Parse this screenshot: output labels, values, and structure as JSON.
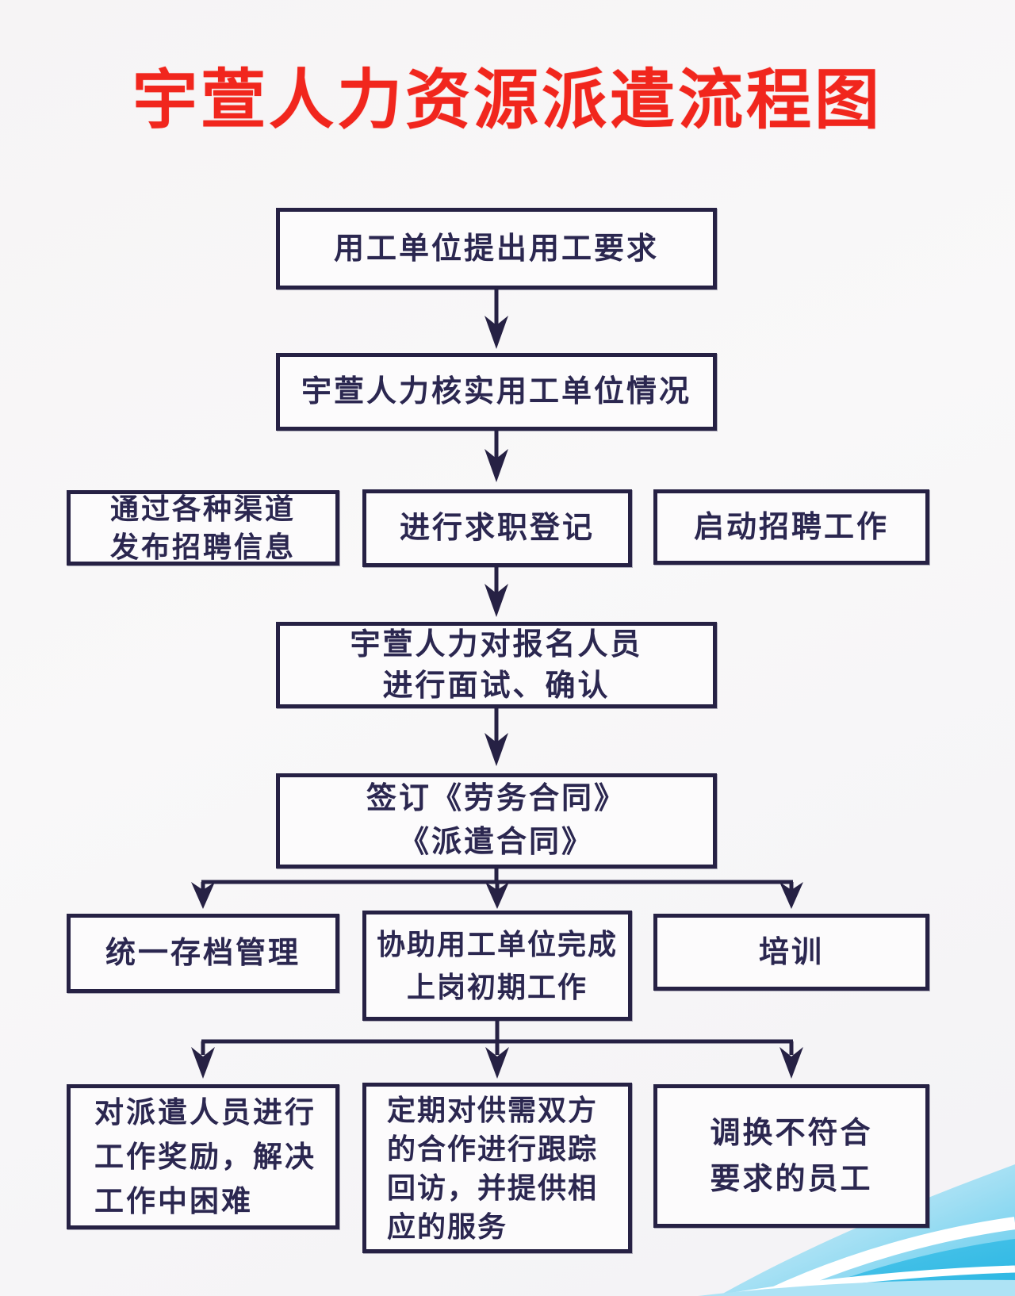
{
  "title": "宇萱人力资源派遣流程图",
  "nodes": {
    "n1": {
      "lines": [
        "用工单位提出用工要求"
      ]
    },
    "n2": {
      "lines": [
        "宇萱人力核实用工单位情况"
      ]
    },
    "n3l": {
      "lines": [
        "通过各种渠道",
        "发布招聘信息"
      ]
    },
    "n3c": {
      "lines": [
        "进行求职登记"
      ]
    },
    "n3r": {
      "lines": [
        "启动招聘工作"
      ]
    },
    "n4": {
      "lines": [
        "宇萱人力对报名人员",
        "进行面试、确认"
      ]
    },
    "n5": {
      "lines": [
        "签订《劳务合同》",
        "《派遣合同》"
      ]
    },
    "n6l": {
      "lines": [
        "统一存档管理"
      ]
    },
    "n6c": {
      "lines": [
        "协助用工单位完成",
        "上岗初期工作"
      ]
    },
    "n6r": {
      "lines": [
        "培训"
      ]
    },
    "n7l": {
      "lines": [
        "对派遣人员进行",
        "工作奖励，解决",
        "工作中困难"
      ]
    },
    "n7c": {
      "lines": [
        "定期对供需双方",
        "的合作进行跟踪",
        "回访，并提供相",
        "应的服务"
      ]
    },
    "n7r": {
      "lines": [
        "调换不符合",
        "要求的员工"
      ]
    }
  },
  "colors": {
    "title_red": "#f1261d",
    "ink": "#262144",
    "box_text": "#2b2750",
    "background": "#f7f5f6",
    "wave_cyan_light": "#8ed9f1",
    "wave_cyan_deep": "#2fb9e3"
  }
}
